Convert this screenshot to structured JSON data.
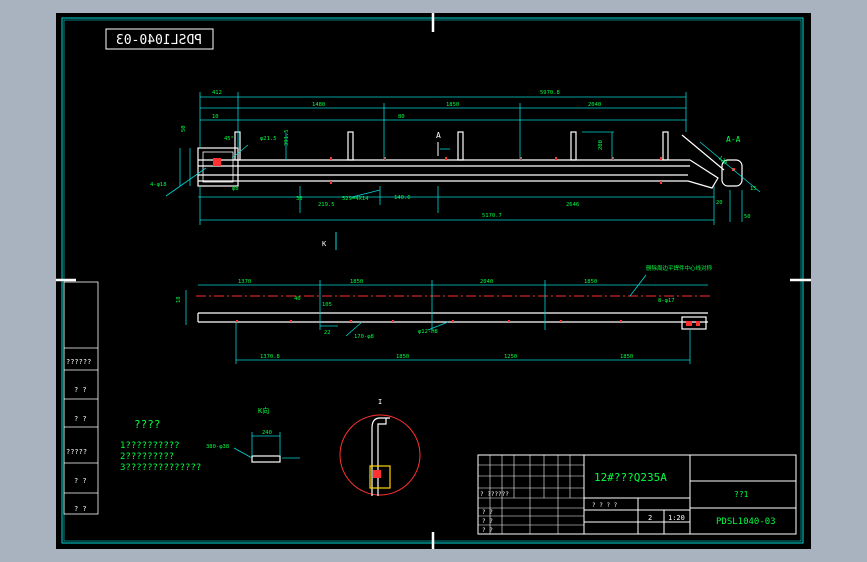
{
  "drawing_number_mirrored": "PDSL1040-03",
  "section_label": "A-A",
  "section_marker": "A",
  "view_k_marker": "K",
  "view_k_title": "K向",
  "detail_marker": "I",
  "detail_section_dim": "?",
  "top_view_note": "删除周边平焊件中心线对称",
  "notes": {
    "title": "????",
    "items": [
      "1??????????",
      "2?????????",
      "3??????????????"
    ]
  },
  "left_column": [
    "??????",
    "? ?",
    "? ?",
    "?????",
    "? ?",
    "? ?"
  ],
  "title_block": {
    "material": "12#???Q235A",
    "part_name": "??1",
    "drawing_number": "PDSL1040-03",
    "quantity": "2",
    "scale": "1:20",
    "small_cells": [
      "? ??????",
      "? ?",
      "? ?",
      "? ?",
      "? ? ? ?"
    ]
  },
  "dims_front": {
    "overall_top": "5970.8",
    "d412": "412",
    "d1480": "1480",
    "d1850": "1850",
    "d2040": "2040",
    "d10": "10",
    "d80": "80",
    "d45": "45°",
    "phi120": "φ21.5",
    "d391": "391.5",
    "d200": "200",
    "d50": "50",
    "d219": "219.5",
    "d30": "30",
    "d140": "140.6",
    "d5170": "5170.7",
    "d2646": "2646",
    "d15": "15",
    "d20": "20",
    "d50b": "50",
    "d120": "120",
    "slot": "529=4X14",
    "hole": "4-φ18",
    "dia": "φ8"
  },
  "dims_top": {
    "d1370": "1370",
    "d1850a": "1850",
    "d2040a": "2040",
    "d1850b": "1850",
    "d1370b": "1370.8",
    "d1850c": "1850",
    "d1250": "1250",
    "d1850d": "1850",
    "d105": "105",
    "d40": "40",
    "d18": "18",
    "d22": "22",
    "slot2": "170-φ8",
    "hole2": "φ12-H8",
    "hole3": "8-φ17"
  },
  "dims_k": {
    "d240": "240",
    "label": "380-φ38"
  }
}
